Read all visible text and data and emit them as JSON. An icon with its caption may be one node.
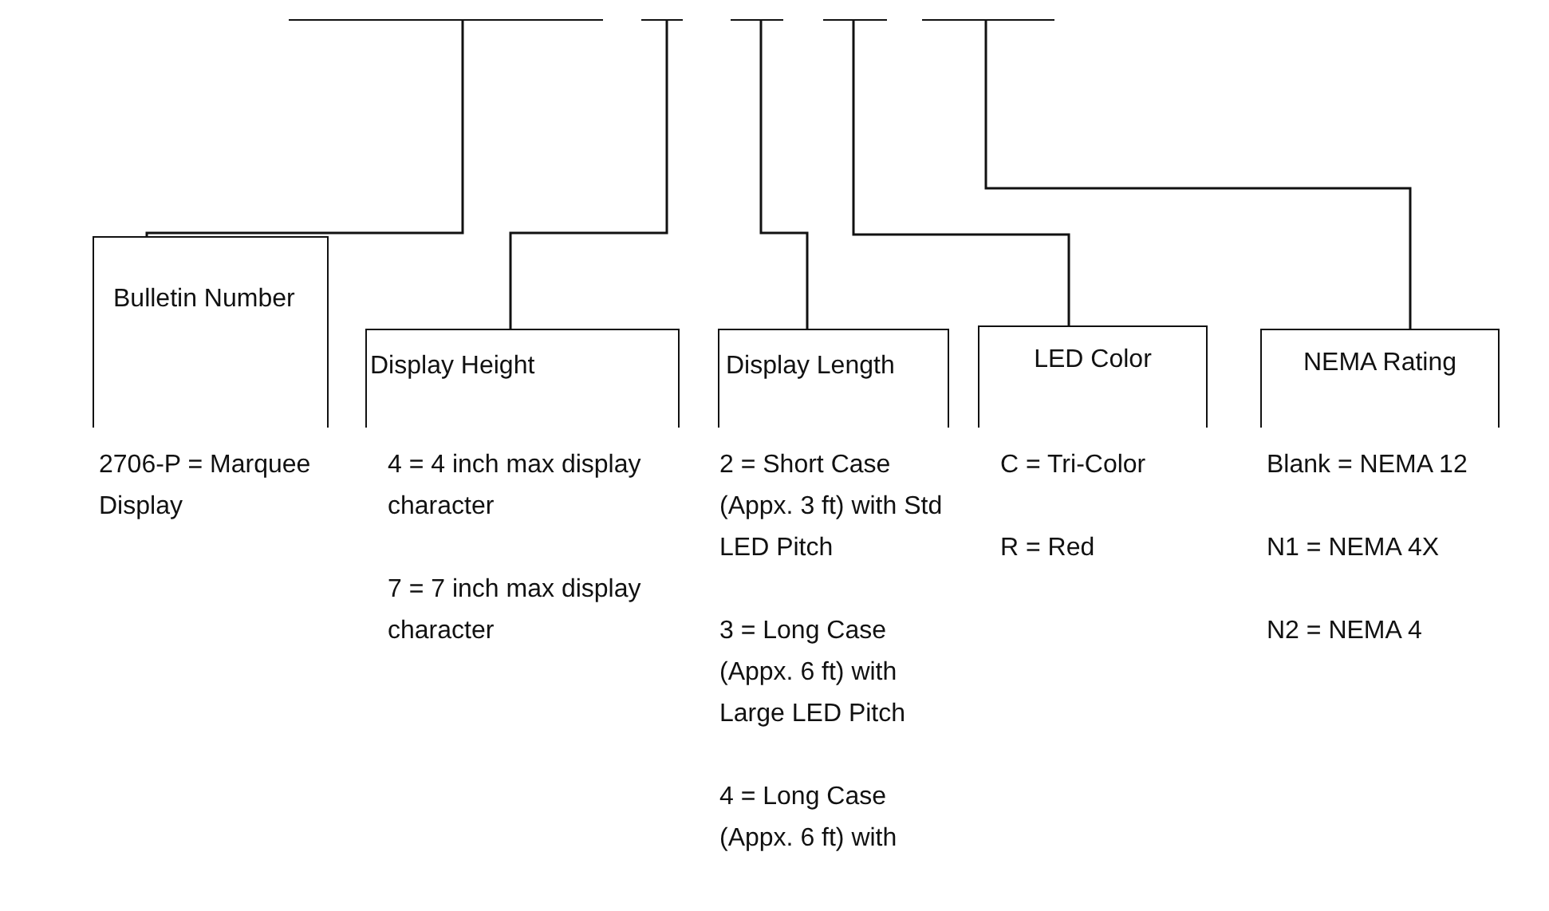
{
  "diagram": {
    "nodes": [
      {
        "text": [],
        "shape": "bar"
      },
      {
        "text": [],
        "shape": "bar"
      },
      {
        "text": [],
        "shape": "bar"
      },
      {
        "text": [],
        "shape": "bar"
      },
      {
        "text": [],
        "shape": "bar"
      },
      {
        "text": [
          "Bulletin Number"
        ],
        "beside": [
          "2706-P = Marquee Display"
        ]
      },
      {
        "text": [
          "Display Height"
        ],
        "beside": [
          "4 = 4 inch max display character",
          "7 = 7 inch max display character"
        ]
      },
      {
        "text": [
          "Display Length"
        ],
        "beside": [
          "2 = Short Case (Appx. 3 ft) with Std LED Pitch",
          "3 = Long Case (Appx. 6 ft) with Large LED Pitch",
          "4 = Long Case (Appx. 6 ft) with"
        ]
      },
      {
        "text": [
          "LED Color"
        ],
        "beside": [
          "C = Tri-Color",
          "R = Red"
        ]
      },
      {
        "text": [
          "NEMA Rating"
        ],
        "beside": [
          "Blank = NEMA 12",
          "N1 = NEMA 4X",
          "N2 = NEMA 4"
        ]
      }
    ],
    "edges": [
      {
        "from": 0,
        "to": 5,
        "arrow": "none"
      },
      {
        "from": 1,
        "to": 6,
        "arrow": "none"
      },
      {
        "from": 2,
        "to": 7,
        "arrow": "none"
      },
      {
        "from": 3,
        "to": 8,
        "arrow": "none"
      },
      {
        "from": 4,
        "to": 9,
        "arrow": "none"
      }
    ]
  }
}
